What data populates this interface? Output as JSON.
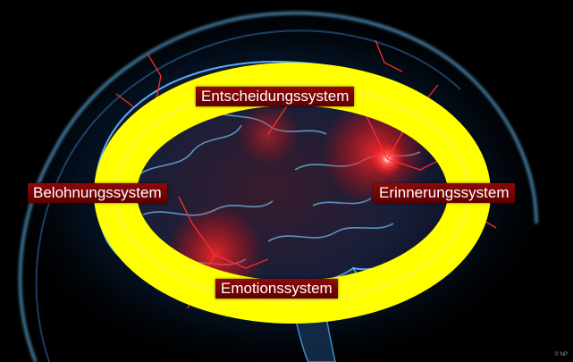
{
  "diagram": {
    "ring_color": "#ffff00",
    "nodes": {
      "top": "Entscheidungssystem",
      "left": "Belohnungssystem",
      "right": "Erinnerungssystem",
      "bottom": "Emotionssystem"
    },
    "label_background": "#7a0000",
    "label_text_color": "#ffffff"
  },
  "illustration": {
    "subject": "glowing-brain-in-head-silhouette",
    "background_color": "#000000",
    "accent_colors": [
      "#4fa8ff",
      "#ff2020"
    ]
  },
  "credit": "© NP"
}
